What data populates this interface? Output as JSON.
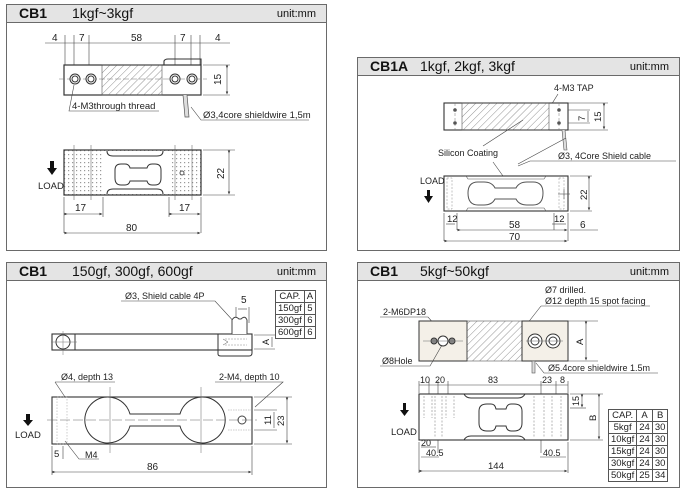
{
  "panels": [
    {
      "model": "CB1",
      "range": "1kgf~3kgf",
      "unit": "unit:mm",
      "top_view": {
        "dims": [
          "4",
          "7",
          "58",
          "7",
          "4",
          "15"
        ],
        "thread_label": "4-M3through thread",
        "wire_label": "Ø3,4core shieldwire 1,5m"
      },
      "side_view": {
        "load_label": "LOAD",
        "dims": [
          "17",
          "17",
          "80",
          "22"
        ]
      }
    },
    {
      "model": "CB1A",
      "range": "1kgf, 2kgf, 3kgf",
      "unit": "unit:mm",
      "top_view": {
        "tap_label": "4-M3 TAP",
        "dims": [
          "7",
          "15"
        ],
        "coating_label": "Silicon Coating",
        "cable_label": "Ø3, 4Core Shield cable"
      },
      "side_view": {
        "load_label": "LOAD",
        "dims": [
          "22",
          "12",
          "12",
          "58",
          "6",
          "70"
        ]
      }
    },
    {
      "model": "CB1",
      "range": "150gf, 300gf, 600gf",
      "unit": "unit:mm",
      "top_view": {
        "cable_label": "Ø3, Shield cable 4P",
        "dims": [
          "5",
          "A"
        ]
      },
      "table": {
        "headers": [
          "CAP.",
          "A"
        ],
        "rows": [
          [
            "150gf",
            "5"
          ],
          [
            "300gf",
            "6"
          ],
          [
            "600gf",
            "6"
          ]
        ]
      },
      "side_view": {
        "load_label": "LOAD",
        "hole_label": "Ø4, depth 13",
        "thread_label": "2-M4, depth 10",
        "m4_label": "M4",
        "dims": [
          "5",
          "86",
          "11",
          "23"
        ]
      }
    },
    {
      "model": "CB1",
      "range": "5kgf~50kgf",
      "unit": "unit:mm",
      "top_view": {
        "drill_label_1": "Ø7 drilled.",
        "drill_label_2": "Ø12 depth 15 spot facing",
        "thread_label": "2-M6DP18",
        "hole_label": "Ø8Hole",
        "wire_label": "Ø5.4core shieldwire 1.5m",
        "dims": [
          "A"
        ]
      },
      "table": {
        "headers": [
          "CAP.",
          "A",
          "B"
        ],
        "rows": [
          [
            "5kgf",
            "24",
            "30"
          ],
          [
            "10kgf",
            "24",
            "30"
          ],
          [
            "15kgf",
            "24",
            "30"
          ],
          [
            "30kgf",
            "24",
            "30"
          ],
          [
            "50kgf",
            "25",
            "34"
          ]
        ]
      },
      "side_view": {
        "load_label": "LOAD",
        "dims_top": [
          "10",
          "20",
          "83",
          "23",
          "8"
        ],
        "dims_bottom": [
          "20",
          "40.5",
          "40.5",
          "144"
        ],
        "dims_right": [
          "15",
          "B"
        ]
      }
    }
  ]
}
